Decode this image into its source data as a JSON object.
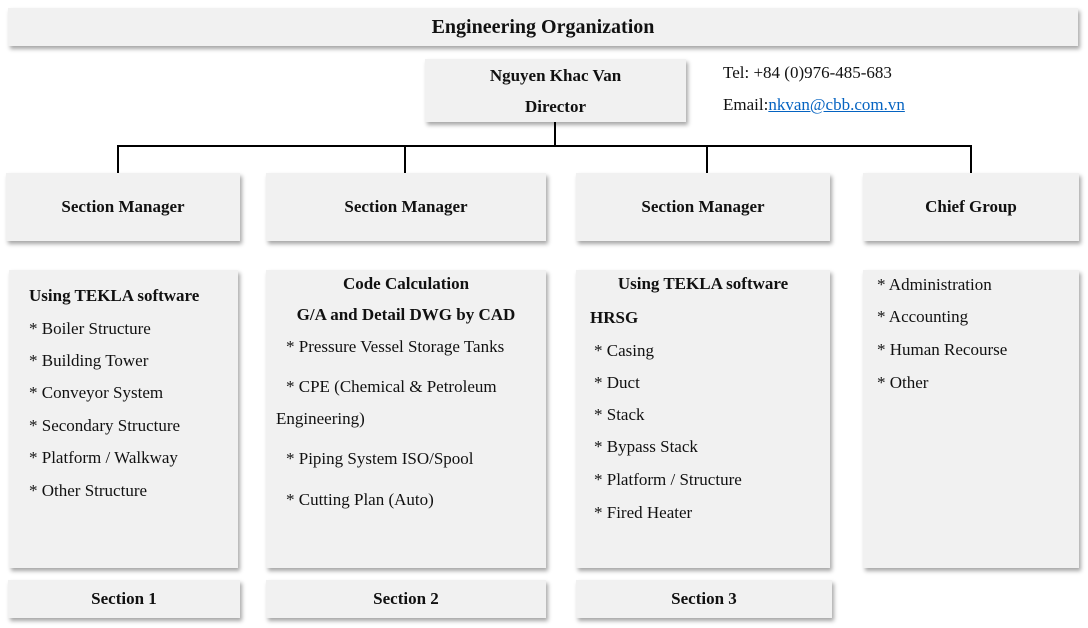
{
  "title": "Engineering Organization",
  "director": {
    "name": "Nguyen Khac Van",
    "role": "Director"
  },
  "contact": {
    "tel": "Tel: +84 (0)976-485-683",
    "email_label": "Email:",
    "email": "nkvan@cbb.com.vn"
  },
  "managers": [
    "Section Manager",
    "Section Manager",
    "Section Manager",
    "Chief Group"
  ],
  "column1": {
    "heading": "Using TEKLA software",
    "items": [
      "* Boiler Structure",
      "* Building Tower",
      "* Conveyor System",
      "* Secondary Structure",
      "* Platform / Walkway",
      "* Other Structure"
    ]
  },
  "column2": {
    "headings": [
      "Code Calculation",
      "G/A and Detail DWG by CAD"
    ],
    "items": [
      "* Pressure Vessel Storage Tanks",
      "* CPE (Chemical & Petroleum",
      "Engineering)",
      "* Piping System ISO/Spool",
      "* Cutting Plan (Auto)"
    ]
  },
  "column3": {
    "heading": "Using TEKLA software",
    "subheading": "HRSG",
    "items": [
      "* Casing",
      "* Duct",
      "* Stack",
      "* Bypass Stack",
      "* Platform / Structure",
      "* Fired Heater"
    ]
  },
  "column4": {
    "items": [
      "* Administration",
      "* Accounting",
      "* Human Recourse",
      "* Other"
    ]
  },
  "sections": [
    "Section 1",
    "Section 2",
    "Section 3"
  ],
  "colors": {
    "box": "#f1f1f1",
    "link": "#0563c1"
  }
}
